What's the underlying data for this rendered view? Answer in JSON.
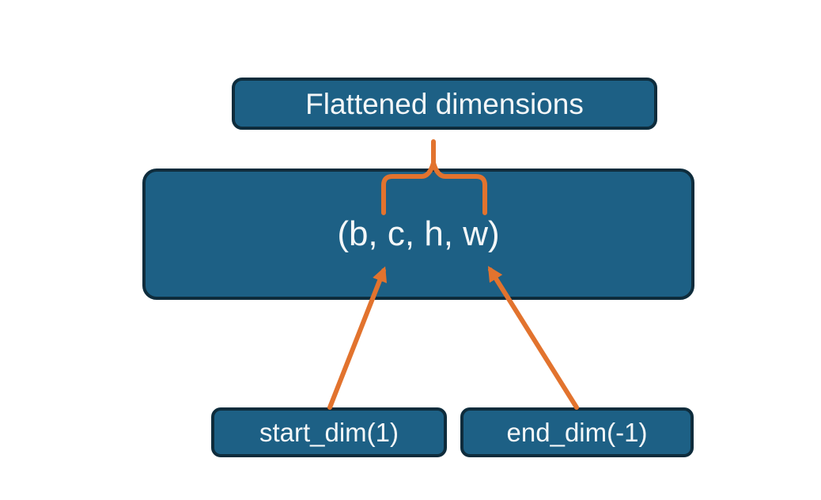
{
  "colors": {
    "background": "#ffffff",
    "box_fill": "#1d6085",
    "box_border": "#0e2c3c",
    "text": "#f4f7f8",
    "connector": "#e2732e"
  },
  "nodes": {
    "flattened_label": "Flattened dimensions",
    "tensor_shape": "(b, c, h, w)",
    "start_dim": "start_dim(1)",
    "end_dim": "end_dim(-1)"
  }
}
